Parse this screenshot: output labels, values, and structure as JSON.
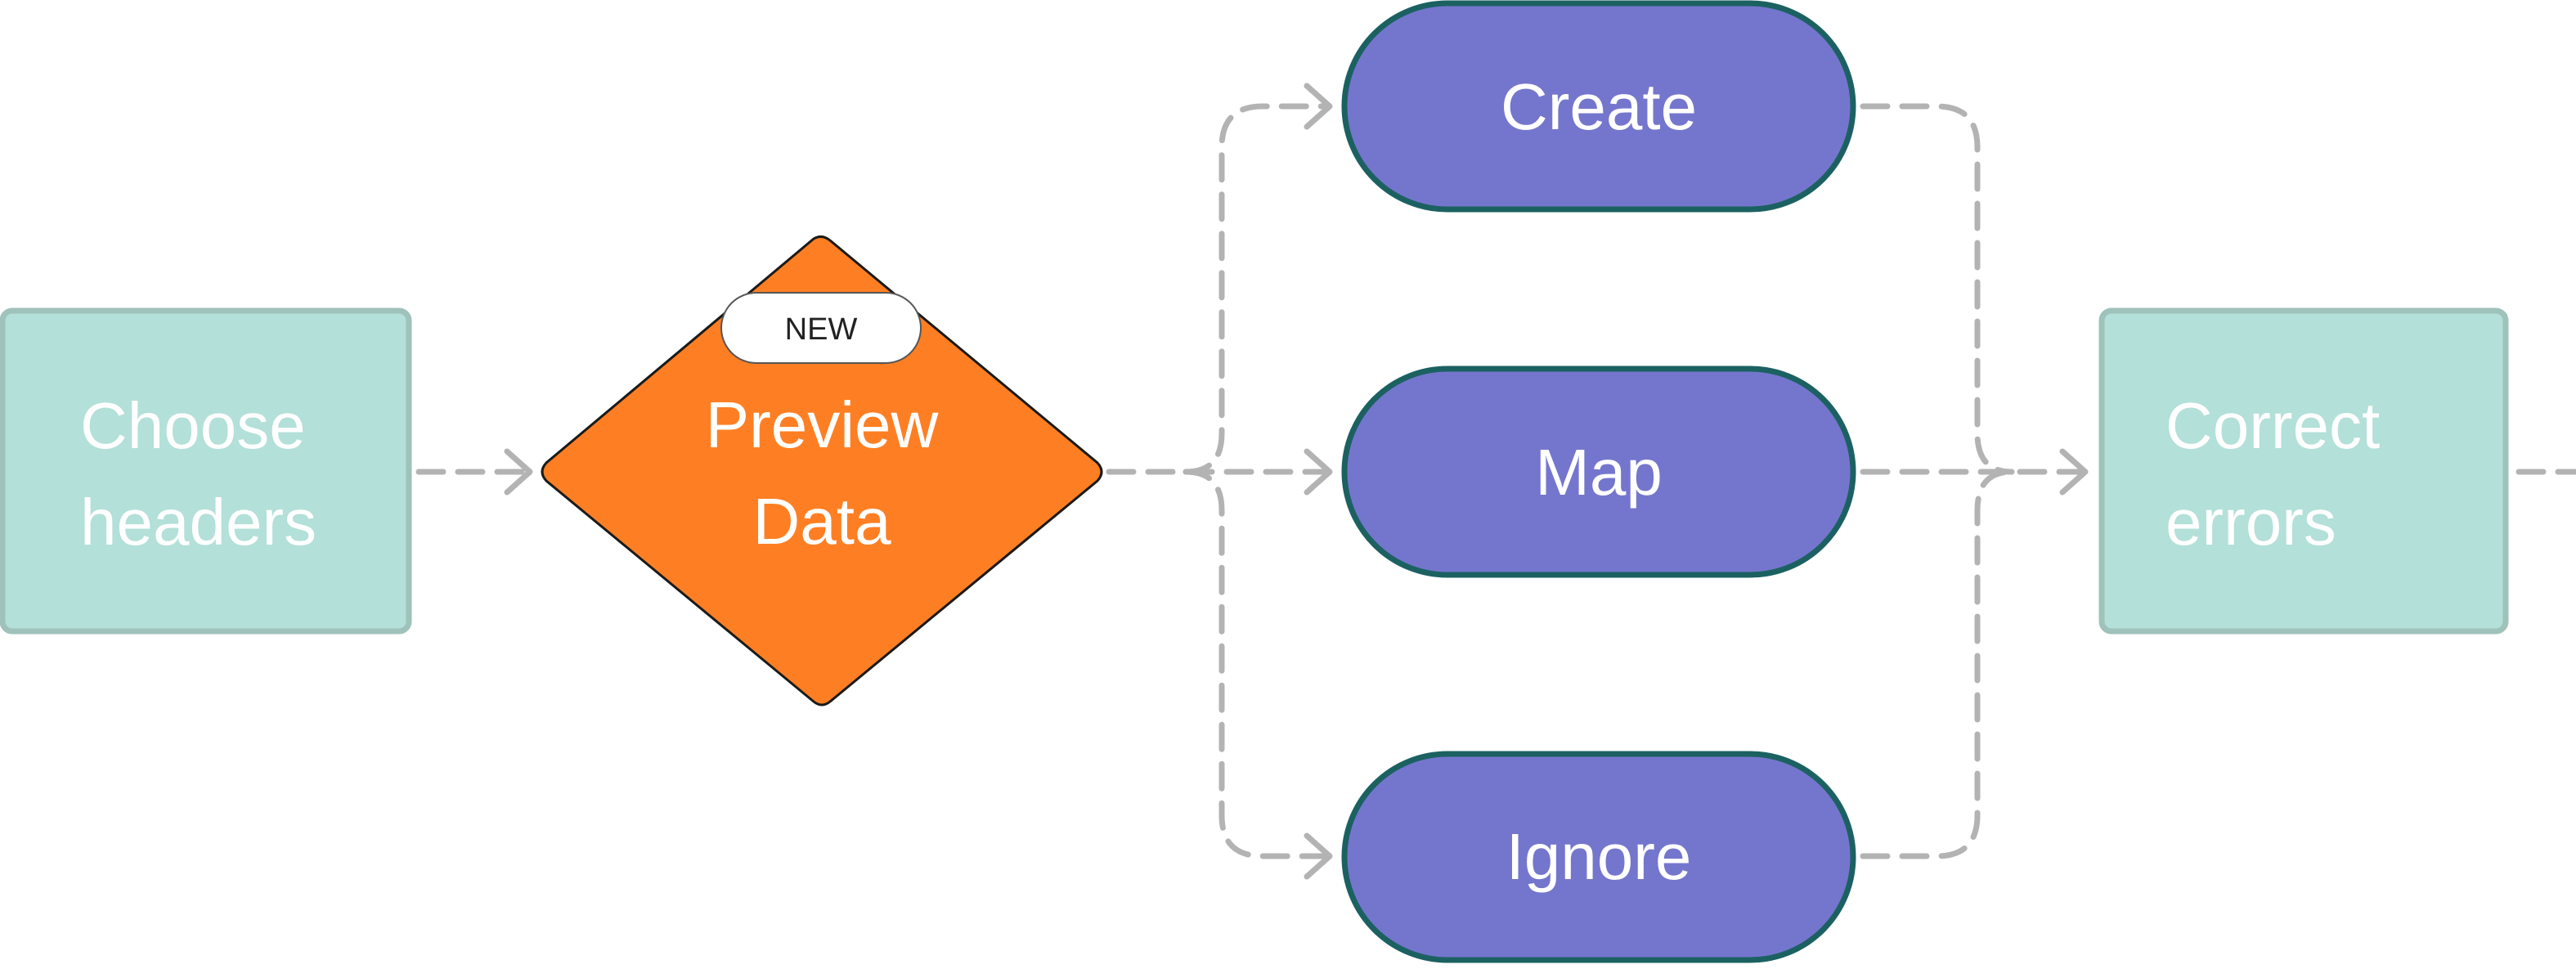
{
  "colors": {
    "process_fill": "#b3e0d8",
    "process_stroke": "#9fc2bb",
    "decision_fill": "#fe7f23",
    "decision_stroke": "#1a1a1a",
    "terminal_fill": "#7476cd",
    "terminal_stroke": "#1c6161",
    "badge_fill": "#ffffff",
    "badge_stroke": "#555555",
    "connector": "#b3b3b3",
    "label_text": "#ffffff",
    "badge_text": "#222222"
  },
  "nodes": {
    "choose_headers": {
      "shape": "rectangle",
      "line1": "Choose",
      "line2": "headers"
    },
    "preview_data": {
      "shape": "diamond",
      "line1": "Preview",
      "line2": "Data",
      "badge": "NEW"
    },
    "create": {
      "shape": "pill",
      "label": "Create"
    },
    "map": {
      "shape": "pill",
      "label": "Map"
    },
    "ignore": {
      "shape": "pill",
      "label": "Ignore"
    },
    "correct_errors": {
      "shape": "rectangle",
      "line1": "Correct",
      "line2": "errors"
    }
  },
  "edges": [
    {
      "from": "choose_headers",
      "to": "preview_data",
      "style": "dashed"
    },
    {
      "from": "preview_data",
      "to": "create",
      "style": "dashed"
    },
    {
      "from": "preview_data",
      "to": "map",
      "style": "dashed"
    },
    {
      "from": "preview_data",
      "to": "ignore",
      "style": "dashed"
    },
    {
      "from": "create",
      "to": "correct_errors",
      "style": "dashed"
    },
    {
      "from": "map",
      "to": "correct_errors",
      "style": "dashed"
    },
    {
      "from": "ignore",
      "to": "correct_errors",
      "style": "dashed"
    },
    {
      "from": "correct_errors",
      "to": "offscreen",
      "style": "dashed"
    }
  ]
}
